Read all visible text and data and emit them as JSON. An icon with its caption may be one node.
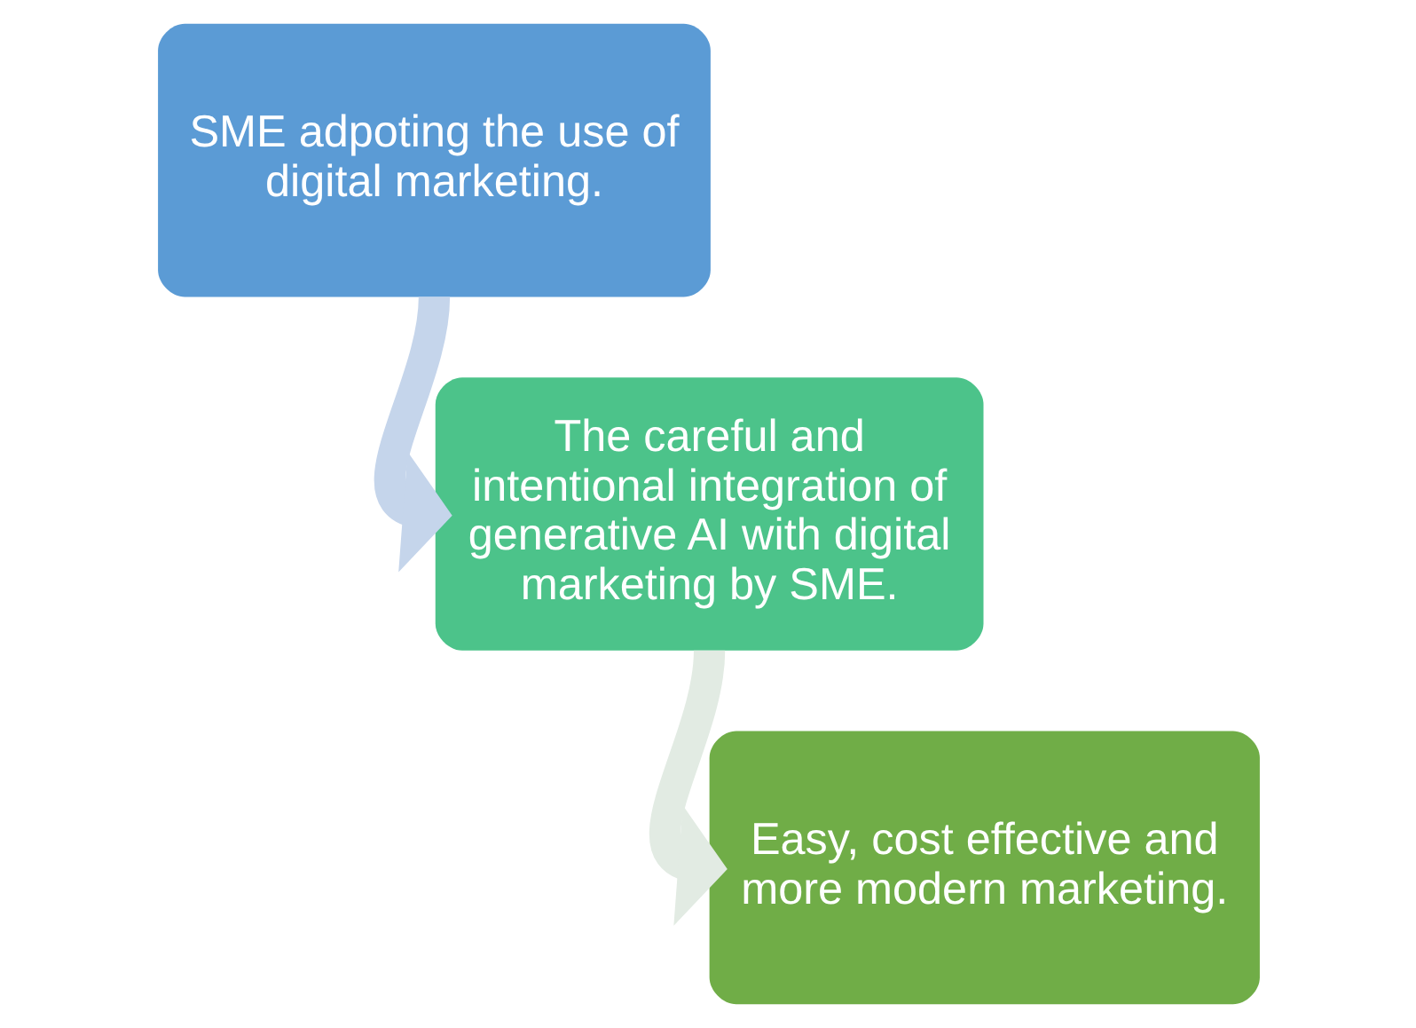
{
  "diagram": {
    "nodes": [
      {
        "text": [
          "SME adpoting the use of digital marketing."
        ]
      },
      {
        "text": [
          "The careful and intentional integration of generative AI with digital marketing by SME."
        ]
      },
      {
        "text": [
          "Easy, cost effective and more modern marketing."
        ]
      }
    ],
    "edges": [
      {
        "from": 0,
        "to": 1,
        "arrow": "to",
        "color": "#c5d5eb"
      },
      {
        "from": 1,
        "to": 2,
        "arrow": "to",
        "color": "#e2ebe3"
      }
    ]
  }
}
